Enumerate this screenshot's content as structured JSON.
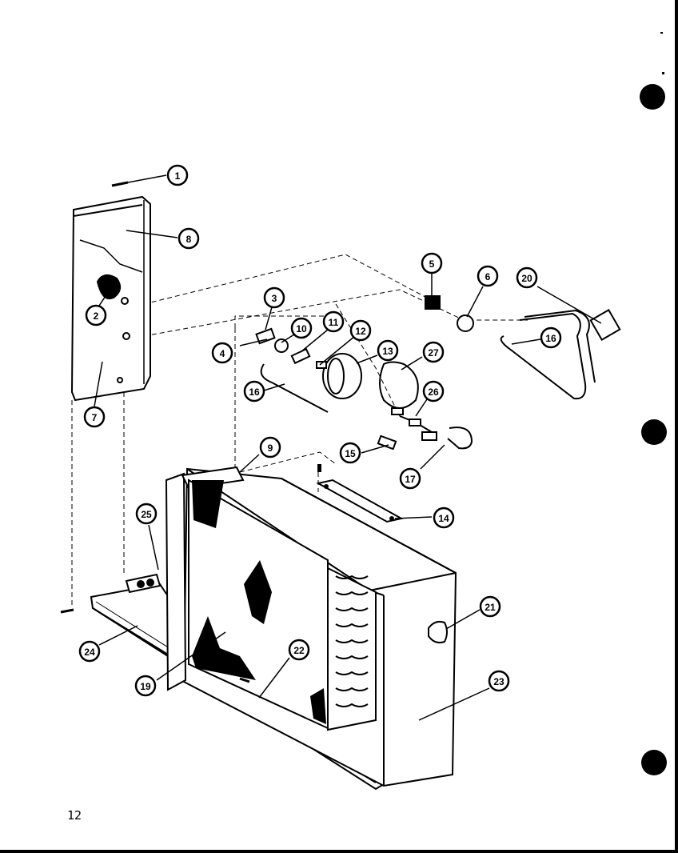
{
  "diagram": {
    "callouts": [
      {
        "id": "c1",
        "label": "1"
      },
      {
        "id": "c8a",
        "label": "8"
      },
      {
        "id": "c2",
        "label": "2"
      },
      {
        "id": "c7",
        "label": "7"
      },
      {
        "id": "c3",
        "label": "3"
      },
      {
        "id": "c10",
        "label": "10"
      },
      {
        "id": "c4",
        "label": "4"
      },
      {
        "id": "c11",
        "label": "11"
      },
      {
        "id": "c12",
        "label": "12"
      },
      {
        "id": "c13",
        "label": "13"
      },
      {
        "id": "c16a",
        "label": "16"
      },
      {
        "id": "c5",
        "label": "5"
      },
      {
        "id": "c6",
        "label": "6"
      },
      {
        "id": "c20",
        "label": "20"
      },
      {
        "id": "c16b",
        "label": "16"
      },
      {
        "id": "c27",
        "label": "27"
      },
      {
        "id": "c26",
        "label": "26"
      },
      {
        "id": "c15",
        "label": "15"
      },
      {
        "id": "c17",
        "label": "17"
      },
      {
        "id": "c9",
        "label": "9"
      },
      {
        "id": "c14",
        "label": "14"
      },
      {
        "id": "c25",
        "label": "25"
      },
      {
        "id": "c21",
        "label": "21"
      },
      {
        "id": "c24",
        "label": "24"
      },
      {
        "id": "c19",
        "label": "19"
      },
      {
        "id": "c22",
        "label": "22"
      },
      {
        "id": "c23",
        "label": "23"
      }
    ]
  },
  "page_number": "12",
  "colors": {
    "ink": "#000000",
    "paper": "#ffffff"
  }
}
